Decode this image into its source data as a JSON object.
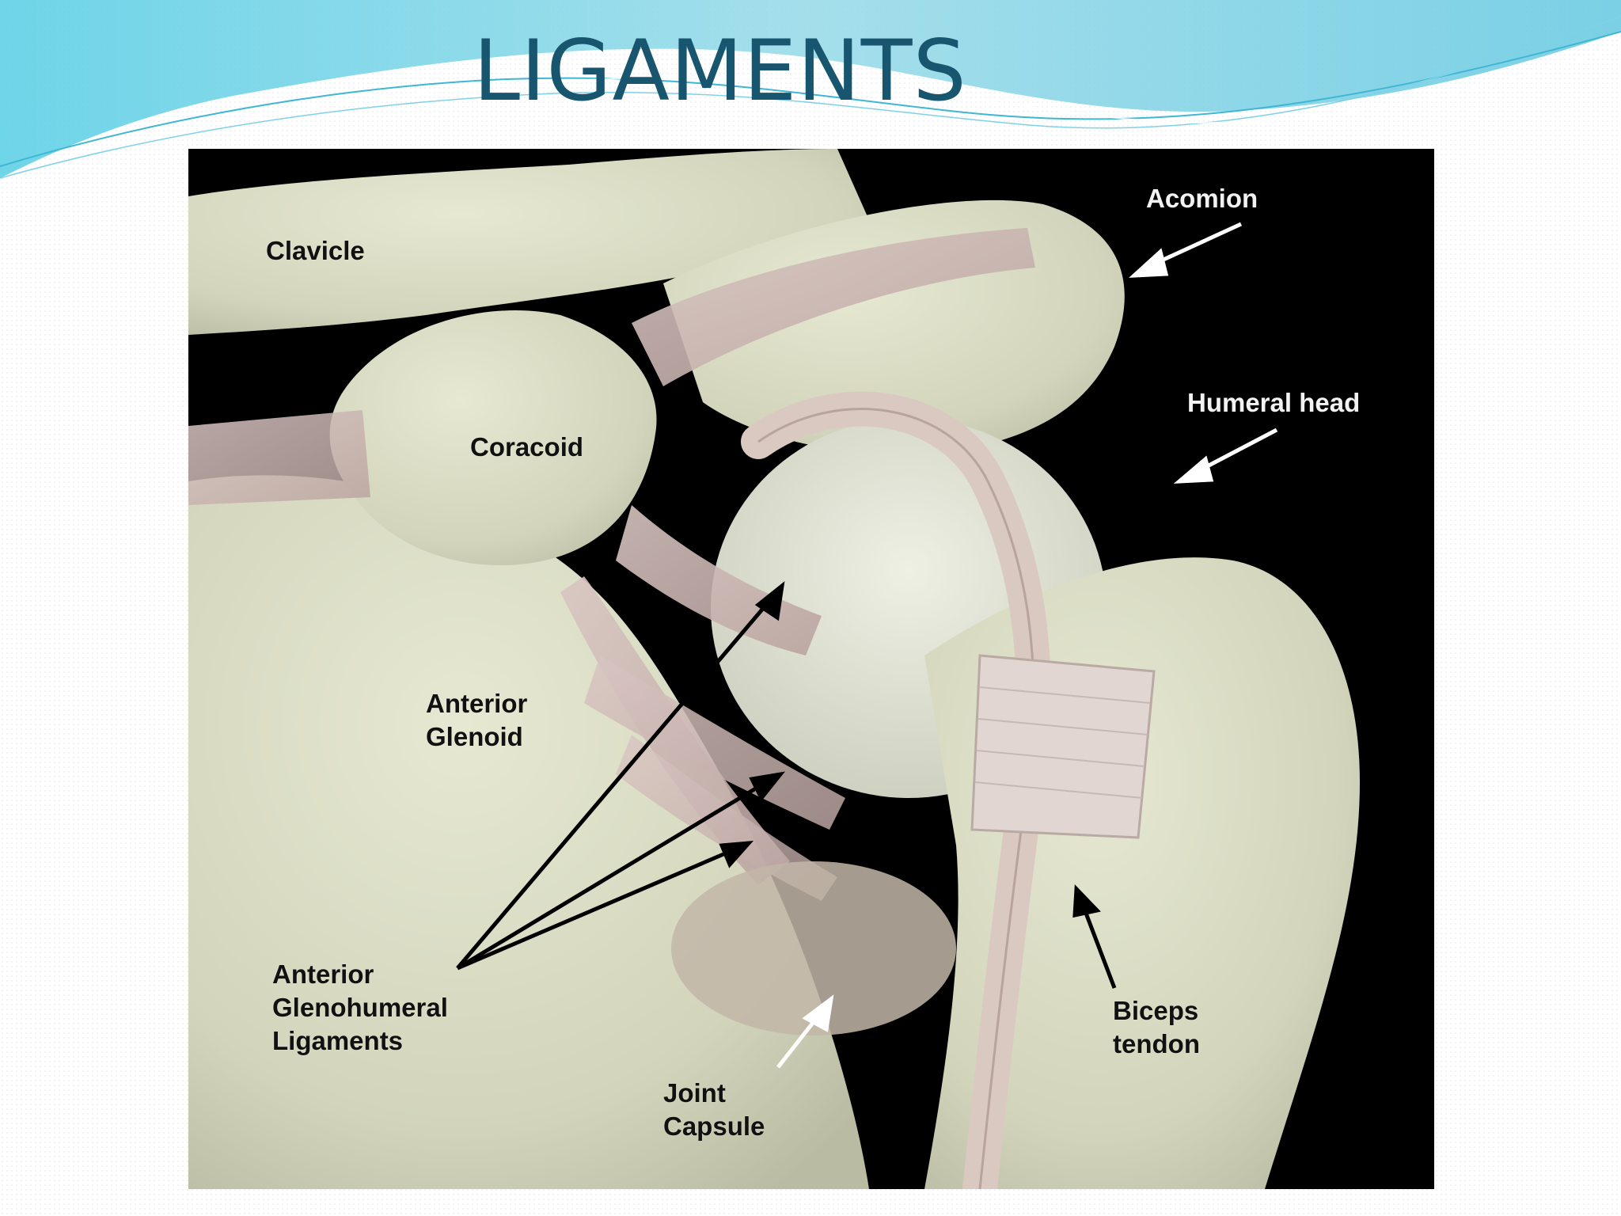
{
  "slide": {
    "title": "LIGAMENTS"
  },
  "figure": {
    "labels": {
      "clavicle": "Clavicle",
      "acromion": "Acomion",
      "coracoid": "Coracoid",
      "humeral_head": "Humeral head",
      "anterior_glenoid": [
        "Anterior",
        "Glenoid"
      ],
      "anterior_glenohumeral_ligaments": [
        "Anterior",
        "Glenohumeral",
        "Ligaments"
      ],
      "joint_capsule": [
        "Joint",
        "Capsule"
      ],
      "biceps_tendon": [
        "Biceps",
        "tendon"
      ]
    },
    "colors": {
      "bone": "#d9dcc3",
      "ligament": "#cdb8b4",
      "background": "#000000",
      "title": "#17566e",
      "wave": "#4fc3dd"
    }
  }
}
